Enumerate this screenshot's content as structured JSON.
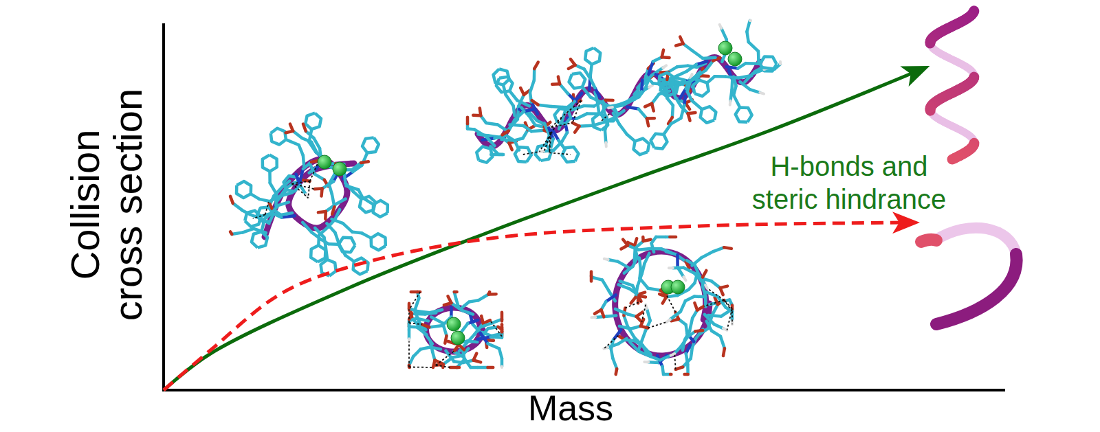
{
  "diagram": {
    "labels": [
      "Collision cross section",
      "Mass",
      "H-bonds and steric hindrance"
    ]
  }
}
